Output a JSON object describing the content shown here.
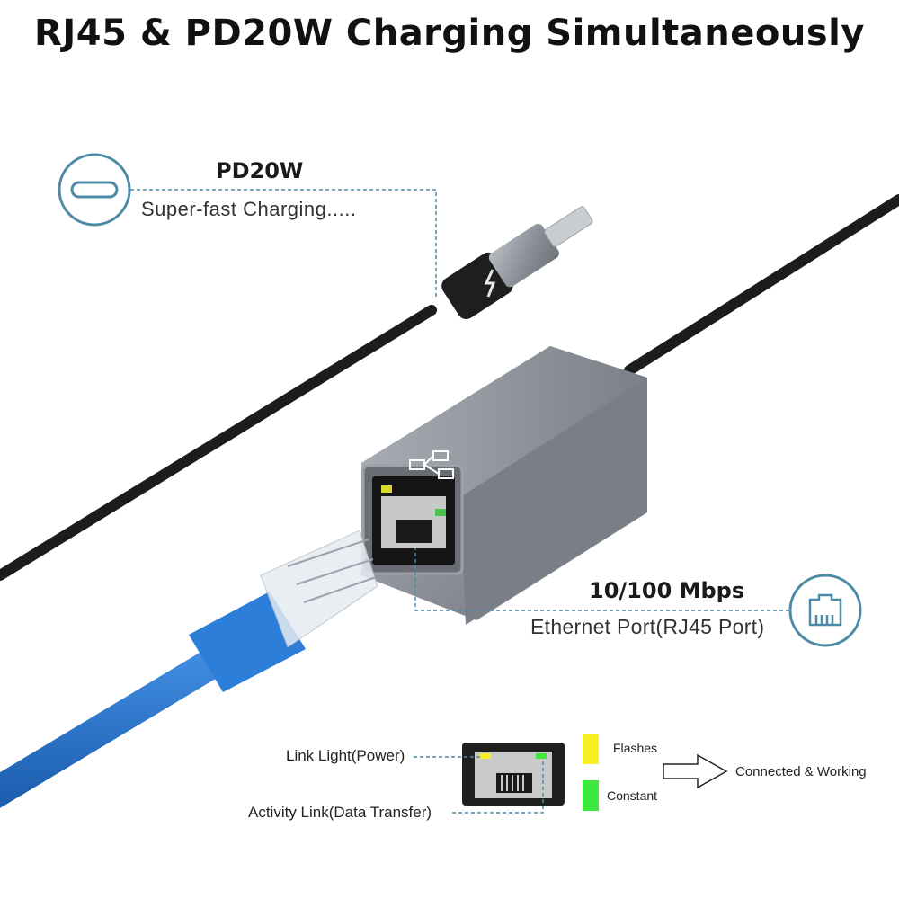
{
  "title": "RJ45 & PD20W Charging Simultaneously",
  "pd_callout": {
    "heading": "PD20W",
    "description": "Super-fast Charging.....",
    "icon": "usb-c-port-icon"
  },
  "ethernet_callout": {
    "heading": "10/100 Mbps",
    "description": "Ethernet Port(RJ45 Port)",
    "icon": "rj45-port-icon"
  },
  "led_legend": {
    "link_label": "Link Light(Power)",
    "activity_label": "Activity Link(Data Transfer)",
    "flashes_label": "Flashes",
    "constant_label": "Constant",
    "result_label": "Connected & Working",
    "flashes_color": "#f7f026",
    "constant_color": "#3ee83e"
  },
  "colors": {
    "accent": "#4d8aa6",
    "adapter_body": "#8d929b",
    "cable": "#1c1c1c",
    "lan_cable": "#2a78cc"
  }
}
